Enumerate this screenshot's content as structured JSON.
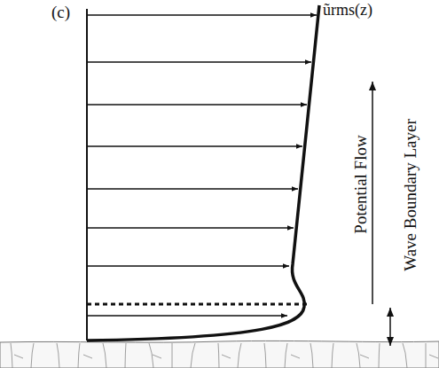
{
  "diagram": {
    "labels": [
      "(c)",
      "ũrms(z)",
      "Potential Flow",
      "Wave Boundary Layer"
    ]
  }
}
